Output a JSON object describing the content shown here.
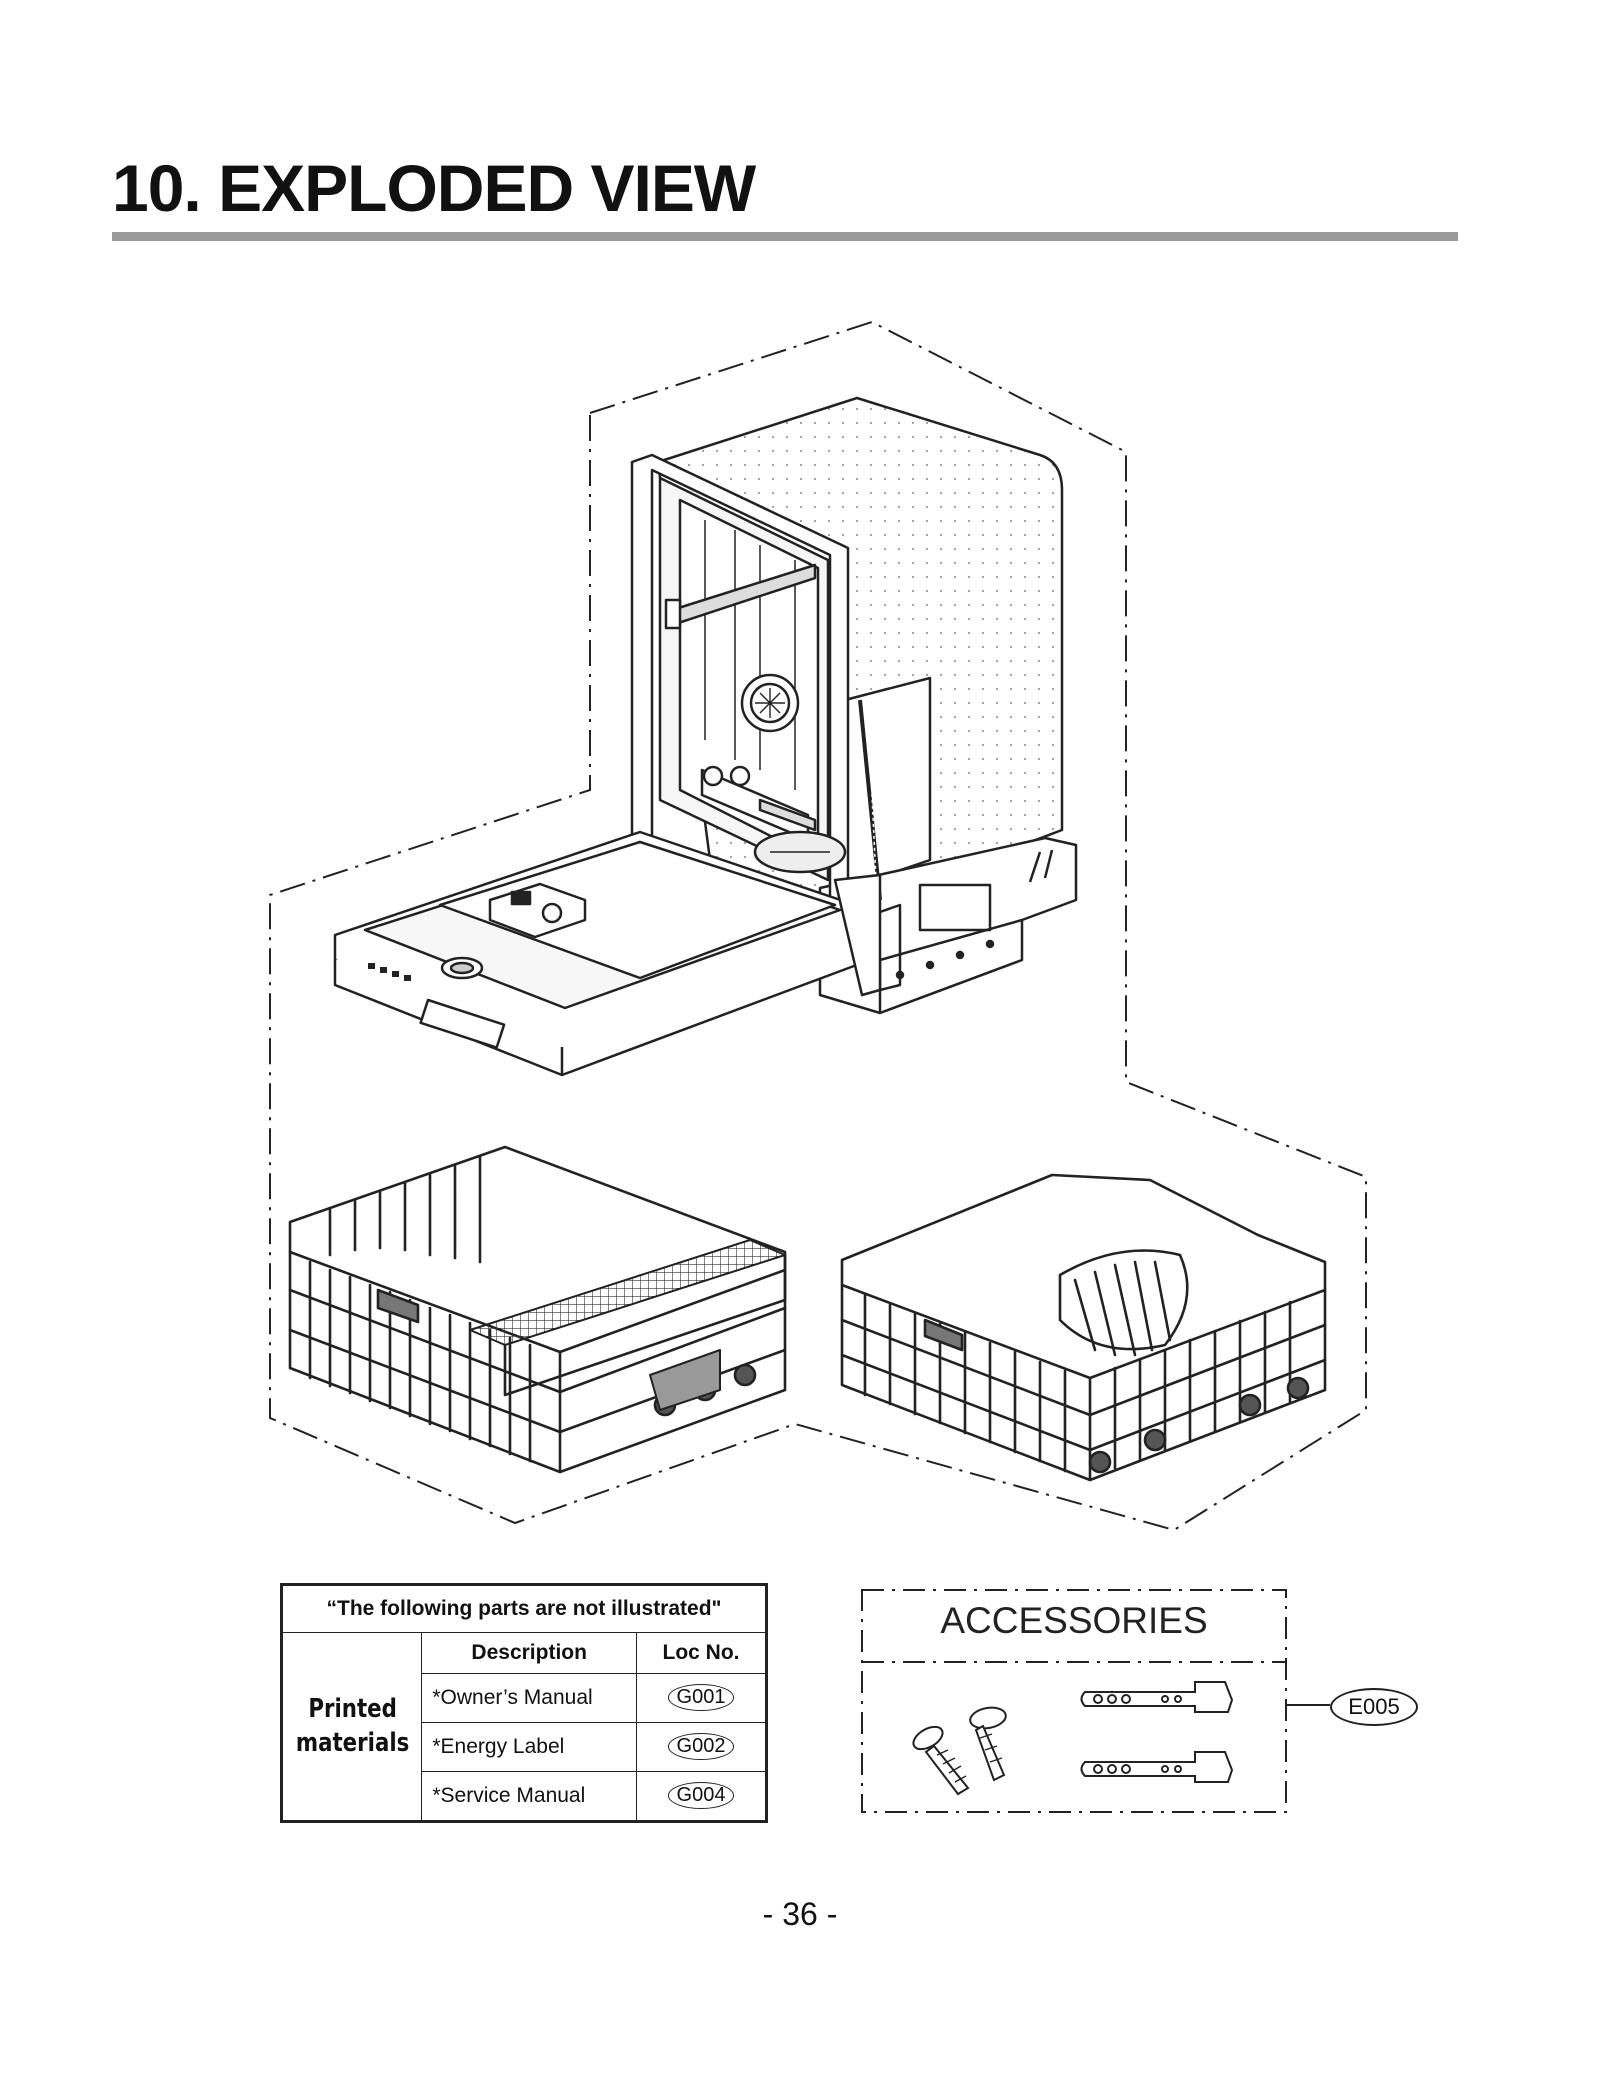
{
  "header": {
    "title": "10. EXPLODED VIEW"
  },
  "not_illustrated": {
    "note": "“The following parts are not illustrated\"",
    "columns": {
      "description": "Description",
      "loc_no": "Loc No."
    },
    "group_label": "Printed materials",
    "rows": [
      {
        "description": "*Owner’s Manual",
        "loc": "G001"
      },
      {
        "description": "*Energy Label",
        "loc": "G002"
      },
      {
        "description": "*Service Manual",
        "loc": "G004"
      }
    ]
  },
  "accessories": {
    "title": "ACCESSORIES",
    "callout": "E005"
  },
  "footer": {
    "page_number": "- 36 -"
  }
}
